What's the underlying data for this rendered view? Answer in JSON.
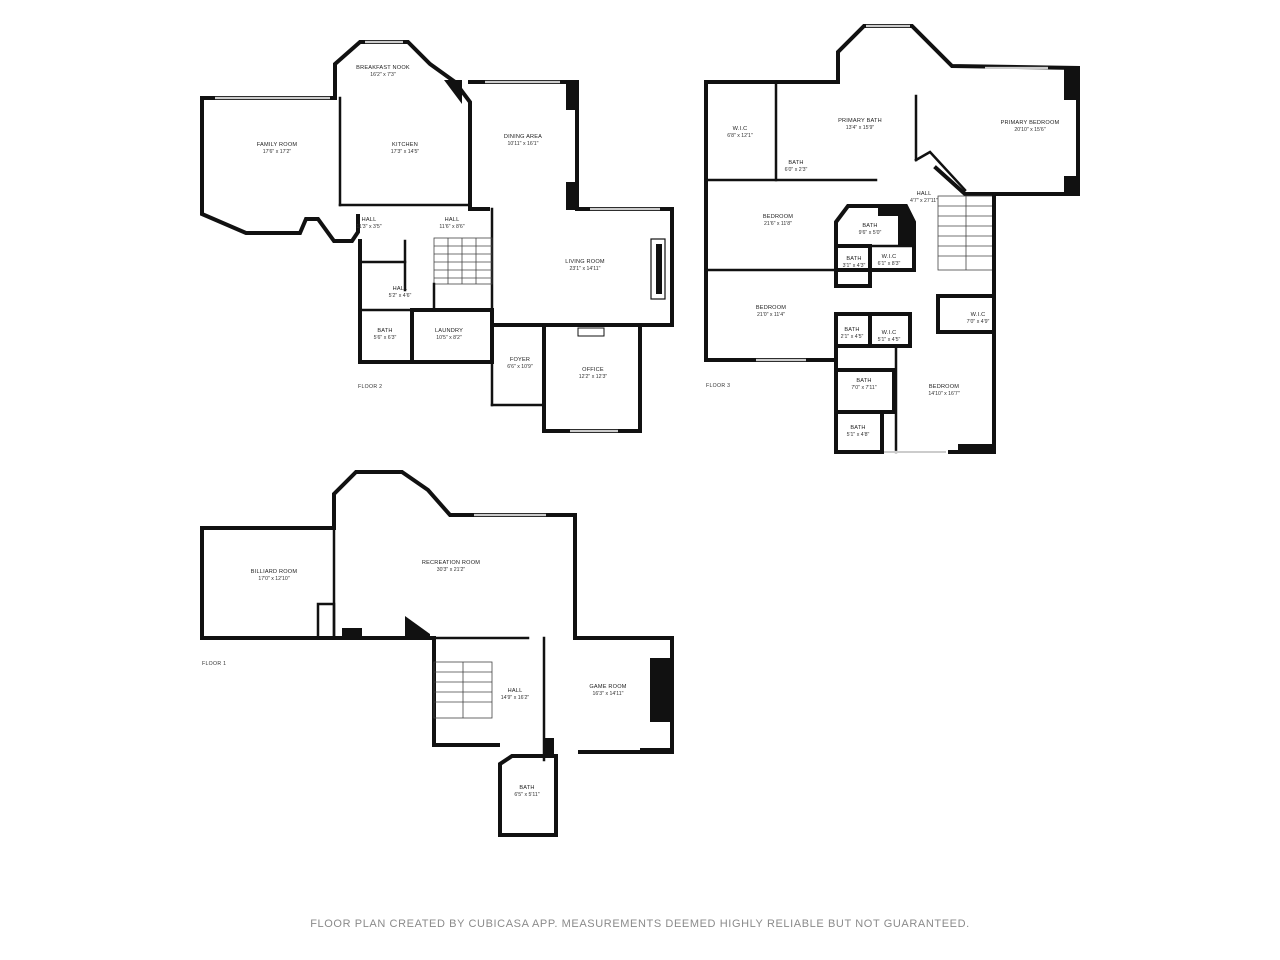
{
  "floors": [
    {
      "label": "FLOOR 2",
      "rooms": [
        {
          "name": "BREAKFAST NOOK",
          "dims": "16'2\" x 7'3\""
        },
        {
          "name": "FAMILY ROOM",
          "dims": "17'6\" x 17'2\""
        },
        {
          "name": "KITCHEN",
          "dims": "17'3\" x 14'5\""
        },
        {
          "name": "DINING AREA",
          "dims": "10'11\" x 16'1\""
        },
        {
          "name": "HALL",
          "dims": "11'3\" x 3'5\""
        },
        {
          "name": "HALL",
          "dims": "11'6\" x 8'6\""
        },
        {
          "name": "LIVING ROOM",
          "dims": "23'1\" x 14'11\""
        },
        {
          "name": "HALL",
          "dims": "5'2\" x 4'6\""
        },
        {
          "name": "BATH",
          "dims": "5'6\" x 6'3\""
        },
        {
          "name": "LAUNDRY",
          "dims": "10'5\" x 8'2\""
        },
        {
          "name": "FOYER",
          "dims": "6'6\" x 10'9\""
        },
        {
          "name": "OFFICE",
          "dims": "12'2\" x 12'3\""
        }
      ]
    },
    {
      "label": "FLOOR 3",
      "rooms": [
        {
          "name": "W.I.C",
          "dims": "6'8\" x 12'1\""
        },
        {
          "name": "PRIMARY BATH",
          "dims": "13'4\" x 15'9\""
        },
        {
          "name": "PRIMARY BEDROOM",
          "dims": "20'10\" x 15'6\""
        },
        {
          "name": "BATH",
          "dims": "6'0\" x 2'3\""
        },
        {
          "name": "HALL",
          "dims": "4'7\" x 27'11\""
        },
        {
          "name": "BEDROOM",
          "dims": "21'6\" x 11'8\""
        },
        {
          "name": "BATH",
          "dims": "9'6\" x 5'0\""
        },
        {
          "name": "BATH",
          "dims": "3'1\" x 4'3\""
        },
        {
          "name": "W.I.C",
          "dims": "6'1\" x 8'3\""
        },
        {
          "name": "BEDROOM",
          "dims": "21'0\" x 11'4\""
        },
        {
          "name": "W.I.C",
          "dims": "7'0\" x 4'9\""
        },
        {
          "name": "BATH",
          "dims": "2'1\" x 4'5\""
        },
        {
          "name": "W.I.C",
          "dims": "5'1\" x 4'5\""
        },
        {
          "name": "BATH",
          "dims": "7'0\" x 7'11\""
        },
        {
          "name": "BEDROOM",
          "dims": "14'10\" x 16'7\""
        },
        {
          "name": "BATH",
          "dims": "5'1\" x 4'8\""
        }
      ]
    },
    {
      "label": "FLOOR 1",
      "rooms": [
        {
          "name": "BILLIARD ROOM",
          "dims": "17'0\" x 12'10\""
        },
        {
          "name": "RECREATION ROOM",
          "dims": "30'3\" x 21'2\""
        },
        {
          "name": "HALL",
          "dims": "14'9\" x 16'2\""
        },
        {
          "name": "GAME ROOM",
          "dims": "16'3\" x 14'11\""
        },
        {
          "name": "BATH",
          "dims": "6'5\" x 5'11\""
        }
      ]
    }
  ],
  "footer": "FLOOR PLAN CREATED BY CUBICASA APP. MEASUREMENTS DEEMED HIGHLY RELIABLE BUT NOT GUARANTEED.",
  "colors": {
    "wall": "#111111",
    "footer_text": "#8a8a8a",
    "background": "#ffffff"
  }
}
